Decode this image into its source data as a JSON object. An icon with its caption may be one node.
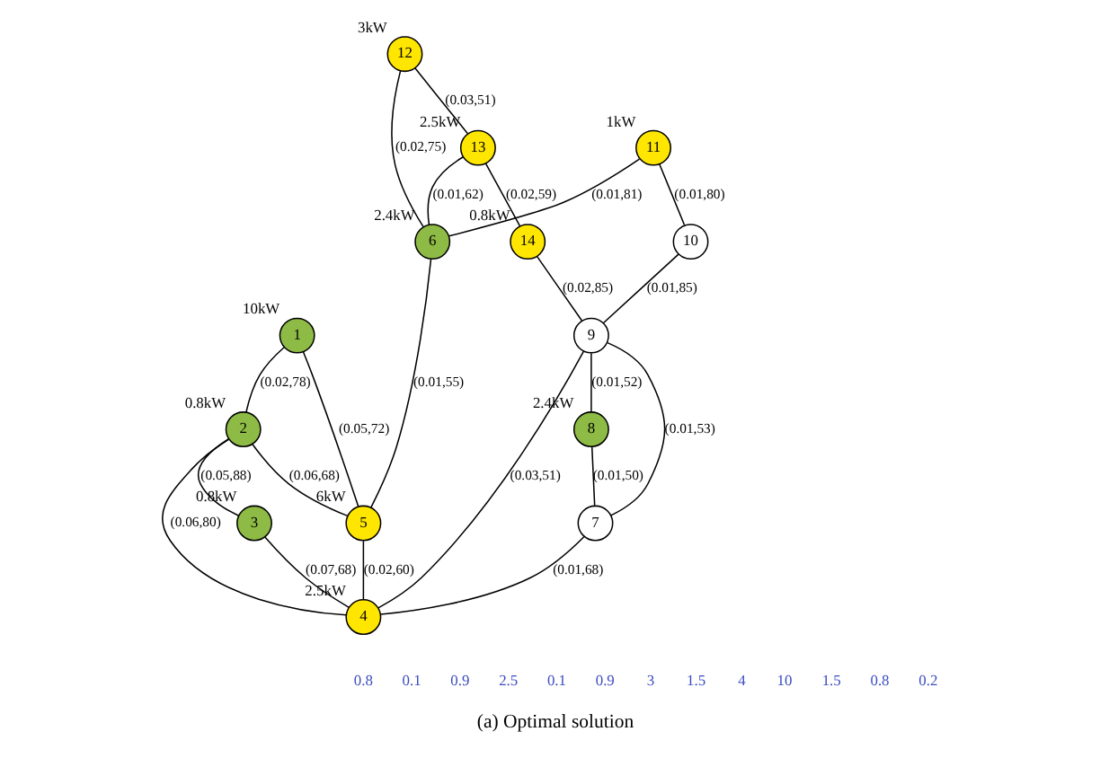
{
  "diagram": {
    "caption": "(a) Optimal solution",
    "nodes": [
      {
        "text": [
          "1"
        ],
        "beside": [
          "10kW"
        ]
      },
      {
        "text": [
          "2"
        ],
        "beside": [
          "0.8kW"
        ]
      },
      {
        "text": [
          "3"
        ],
        "beside": [
          "0.8kW"
        ]
      },
      {
        "text": [
          "4"
        ],
        "beside": [
          "2.5kW"
        ]
      },
      {
        "text": [
          "5"
        ],
        "beside": [
          "6kW"
        ]
      },
      {
        "text": [
          "6"
        ],
        "beside": [
          "2.4kW"
        ]
      },
      {
        "text": [
          "7"
        ]
      },
      {
        "text": [
          "8"
        ],
        "beside": [
          "2.4kW"
        ]
      },
      {
        "text": [
          "9"
        ]
      },
      {
        "text": [
          "10"
        ]
      },
      {
        "text": [
          "11"
        ],
        "beside": [
          "1kW"
        ]
      },
      {
        "text": [
          "12"
        ],
        "beside": [
          "3kW"
        ]
      },
      {
        "text": [
          "13"
        ],
        "beside": [
          "2.5kW"
        ]
      },
      {
        "text": [
          "14"
        ],
        "beside": [
          "0.8kW"
        ]
      }
    ],
    "edges": [
      {
        "from": 12,
        "to": 13,
        "arrow": "none",
        "label": "(0.02,59)"
      },
      {
        "from": 11,
        "to": 12,
        "arrow": "none",
        "label": "(0.03,51)"
      },
      {
        "from": 12,
        "to": 5,
        "arrow": "none",
        "label": "(0.01,62)"
      },
      {
        "from": 11,
        "to": 5,
        "arrow": "none",
        "label": "(0.02,75)"
      },
      {
        "from": 10,
        "to": 5,
        "arrow": "none",
        "label": "(0.01,81)"
      },
      {
        "from": 10,
        "to": 9,
        "arrow": "none",
        "label": "(0.01,80)"
      },
      {
        "from": 9,
        "to": 8,
        "arrow": "none",
        "label": "(0.01,85)"
      },
      {
        "from": 13,
        "to": 8,
        "arrow": "none",
        "label": "(0.02,85)"
      },
      {
        "from": 8,
        "to": 7,
        "arrow": "none",
        "label": "(0.01,52)"
      },
      {
        "from": 8,
        "to": 6,
        "arrow": "none",
        "label": "(0.01,53)"
      },
      {
        "from": 7,
        "to": 6,
        "arrow": "none",
        "label": "(0.01,50)"
      },
      {
        "from": 8,
        "to": 3,
        "arrow": "none",
        "label": "(0.03,51)"
      },
      {
        "from": 6,
        "to": 3,
        "arrow": "none",
        "label": "(0.01,68)"
      },
      {
        "from": 5,
        "to": 4,
        "arrow": "none",
        "label": "(0.01,55)"
      },
      {
        "from": 0,
        "to": 4,
        "arrow": "none",
        "label": "(0.05,72)"
      },
      {
        "from": 4,
        "to": 3,
        "arrow": "none",
        "label": "(0.02,60)"
      },
      {
        "from": 0,
        "to": 1,
        "arrow": "none",
        "label": "(0.02,78)"
      },
      {
        "from": 1,
        "to": 4,
        "arrow": "none",
        "label": "(0.06,68)"
      },
      {
        "from": 1,
        "to": 3,
        "arrow": "none",
        "label": "(0.06,80)"
      },
      {
        "from": 2,
        "to": 3,
        "arrow": "none",
        "label": "(0.07,68)"
      },
      {
        "from": 1,
        "to": 2,
        "arrow": "none",
        "label": "(0.05,88)"
      }
    ],
    "labels": [
      "0.8",
      "0.1",
      "0.9",
      "2.5",
      "0.1",
      "0.9",
      "3",
      "1.5",
      "4",
      "10",
      "1.5",
      "0.8",
      "0.2"
    ]
  }
}
